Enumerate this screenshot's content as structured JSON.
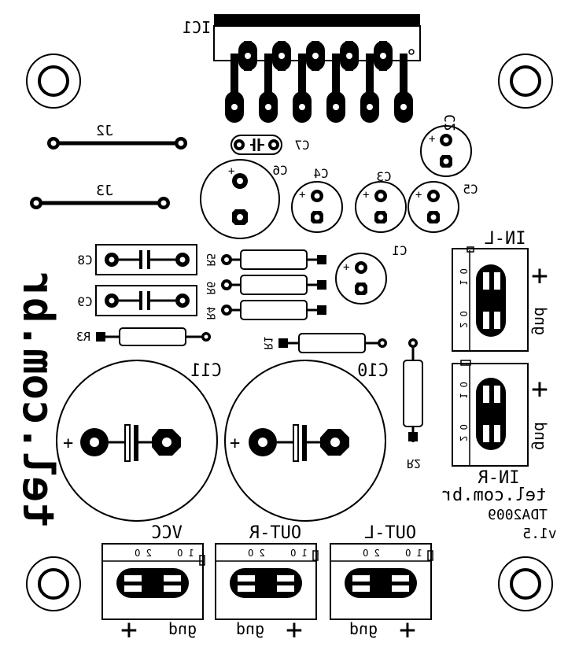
{
  "board": {
    "brand_vertical": "tel.com.br",
    "brand_footer": "tel.com.br",
    "project": "TDA2009",
    "version": "v1.5"
  },
  "ic": {
    "ref": "IC1"
  },
  "jumpers": {
    "j2": "J2",
    "j3": "J3"
  },
  "capacitors": {
    "c1": "C1",
    "c2": "C2",
    "c3": "C3",
    "c4": "C4",
    "c5": "C5",
    "c6": "C6",
    "c7": "C7",
    "c8": "C8",
    "c9": "C9",
    "c10": "C10",
    "c11": "C11"
  },
  "resistors": {
    "r1": "R1",
    "r2": "R2",
    "r3": "R3",
    "r4": "R4",
    "r5": "R5",
    "r6": "R6"
  },
  "connectors": {
    "in_l": {
      "name": "IN-L",
      "pin1": "1 O",
      "pin2": "2 O",
      "plus": "+",
      "gnd": "gnd"
    },
    "in_r": {
      "name": "IN-R",
      "pin1": "1 O",
      "pin2": "2 O",
      "plus": "+",
      "gnd": "gnd"
    },
    "vcc": {
      "name": "VCC",
      "pin1": "1 O",
      "pin2": "2 O",
      "plus": "+",
      "gnd": "gnd"
    },
    "out_r": {
      "name": "OUT-R",
      "pin1": "1 O",
      "pin2": "2 O",
      "plus": "+",
      "gnd": "gnd"
    },
    "out_l": {
      "name": "OUT-L",
      "pin1": "1 O",
      "pin2": "2 O",
      "plus": "+",
      "gnd": "gnd"
    }
  },
  "polarity": {
    "plus": "+"
  }
}
